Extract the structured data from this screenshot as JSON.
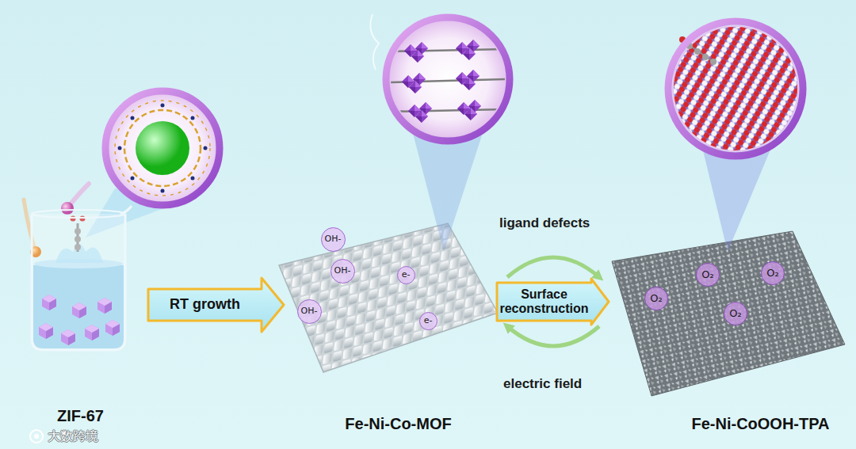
{
  "diagram": {
    "nodes": [
      {
        "text": [
          "ZIF-67"
        ]
      },
      {
        "text": [
          "Fe-Ni-Co-MOF"
        ]
      },
      {
        "text": [
          "OH-"
        ],
        "in": 1
      },
      {
        "text": [
          "OH-"
        ],
        "in": 1
      },
      {
        "text": [
          "OH-"
        ],
        "in": 1
      },
      {
        "text": [
          "e-"
        ],
        "in": 1
      },
      {
        "text": [
          "e-"
        ],
        "in": 1
      },
      {
        "text": [
          "Fe-Ni-CoOOH-TPA"
        ]
      },
      {
        "text": [
          "O₂"
        ],
        "in": 7
      },
      {
        "text": [
          "O₂"
        ],
        "in": 7
      },
      {
        "text": [
          "O₂"
        ],
        "in": 7
      },
      {
        "text": [
          "O₂"
        ],
        "in": 7
      }
    ],
    "edges": [
      {
        "from": 0,
        "to": 1,
        "arrow": "to",
        "label": "RT growth"
      },
      {
        "from": 1,
        "to": 7,
        "arrow": "to",
        "label": "Surface reconstruction"
      }
    ],
    "labels": [
      "ligand defects",
      "electric field",
      "大数跨境"
    ]
  }
}
